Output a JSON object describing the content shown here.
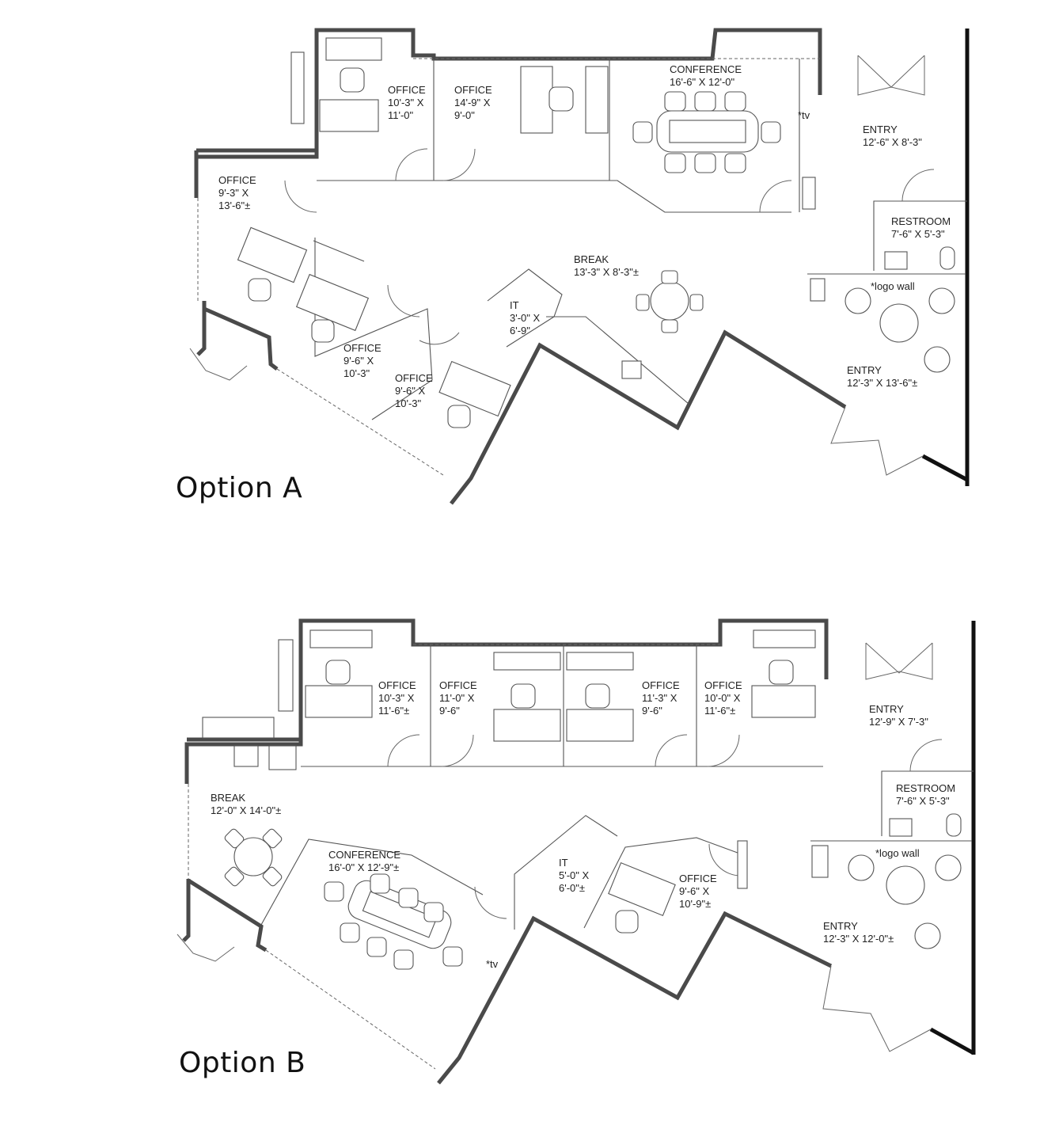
{
  "options": [
    {
      "title": "Option A",
      "rooms": [
        {
          "name": "OFFICE",
          "dims": [
            "10'-3\" X",
            "11'-0\""
          ]
        },
        {
          "name": "OFFICE",
          "dims": [
            "14'-9\" X",
            "9'-0\""
          ]
        },
        {
          "name": "CONFERENCE",
          "dims": [
            "16'-6\" X 12'-0\""
          ]
        },
        {
          "name": "ENTRY",
          "dims": [
            "12'-6\" X 8'-3\""
          ]
        },
        {
          "name": "OFFICE",
          "dims": [
            "9'-3\" X",
            "13'-6\"±"
          ]
        },
        {
          "name": "RESTROOM",
          "dims": [
            "7'-6\" X 5'-3\""
          ]
        },
        {
          "name": "BREAK",
          "dims": [
            "13'-3\" X 8'-3\"±"
          ]
        },
        {
          "name": "IT",
          "dims": [
            "3'-0\" X",
            "6'-9\""
          ]
        },
        {
          "name": "OFFICE",
          "dims": [
            "9'-6\" X",
            "10'-3\""
          ]
        },
        {
          "name": "OFFICE",
          "dims": [
            "9'-6\" X",
            "10'-3\""
          ]
        },
        {
          "name": "ENTRY",
          "dims": [
            "12'-3\" X 13'-6\"±"
          ]
        }
      ],
      "notes": [
        "*tv",
        "*logo wall"
      ]
    },
    {
      "title": "Option B",
      "rooms": [
        {
          "name": "OFFICE",
          "dims": [
            "10'-3\" X",
            "11'-6\"±"
          ]
        },
        {
          "name": "OFFICE",
          "dims": [
            "11'-0\" X",
            "9'-6\""
          ]
        },
        {
          "name": "OFFICE",
          "dims": [
            "11'-3\" X",
            "9'-6\""
          ]
        },
        {
          "name": "OFFICE",
          "dims": [
            "10'-0\" X",
            "11'-6\"±"
          ]
        },
        {
          "name": "ENTRY",
          "dims": [
            "12'-9\" X 7'-3\""
          ]
        },
        {
          "name": "RESTROOM",
          "dims": [
            "7'-6\" X 5'-3\""
          ]
        },
        {
          "name": "BREAK",
          "dims": [
            "12'-0\" X 14'-0\"±"
          ]
        },
        {
          "name": "CONFERENCE",
          "dims": [
            "16'-0\" X 12'-9\"±"
          ]
        },
        {
          "name": "IT",
          "dims": [
            "5'-0\" X",
            "6'-0\"±"
          ]
        },
        {
          "name": "OFFICE",
          "dims": [
            "9'-6\" X",
            "10'-9\"±"
          ]
        },
        {
          "name": "ENTRY",
          "dims": [
            "12'-3\" X 12'-0\"±"
          ]
        }
      ],
      "notes": [
        "*logo wall",
        "*tv"
      ]
    }
  ],
  "colors": {
    "wall": "#4a4a4a",
    "exterior_wall": "#111111",
    "line": "#555555"
  }
}
